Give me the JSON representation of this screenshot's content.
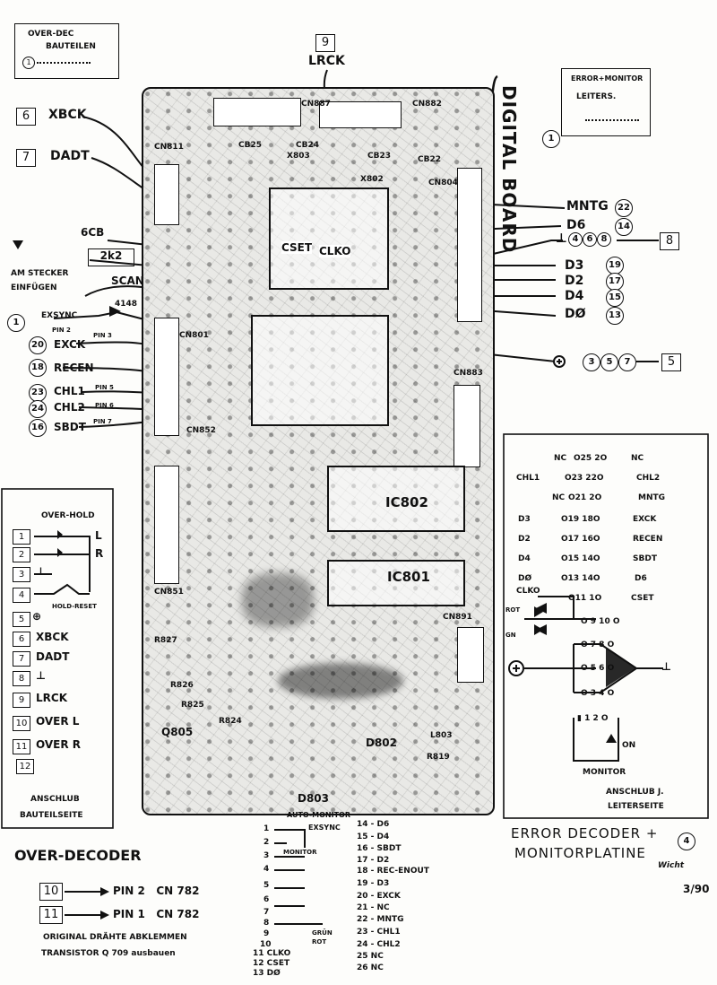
{
  "board_title": "DIGITAL BOARD",
  "top_left_box": {
    "lines": [
      "OVER-DEC",
      "BAUTEILEN",
      "1"
    ]
  },
  "top_right_box": {
    "lines": [
      "ERROR+MONITOR",
      "LEITERS."
    ],
    "num": "1"
  },
  "top_label": {
    "num": "9",
    "name": "LRCK"
  },
  "left_signals": [
    {
      "num": "6",
      "name": "XBCK"
    },
    {
      "num": "7",
      "name": "DADT"
    }
  ],
  "left_misc": {
    "r6cb": "6CB",
    "r2k2": "2k2",
    "scan": "SCAN",
    "d4148": "4148",
    "note": [
      "AM STECKER",
      "EINFÜGEN"
    ],
    "exsync_num": "1",
    "exsync": "EXSYNC",
    "exsync_pin": "PIN 2"
  },
  "left_signals2": [
    {
      "num": "20",
      "name": "EXCK",
      "pin": "PIN 3"
    },
    {
      "num": "18",
      "name": "RECEN",
      "pin": ""
    },
    {
      "num": "23",
      "name": "CHL1",
      "pin": "PIN 5"
    },
    {
      "num": "24",
      "name": "CHL2",
      "pin": "PIN 6"
    },
    {
      "num": "16",
      "name": "SBDT",
      "pin": "PIN 7"
    }
  ],
  "right_signals": [
    {
      "name": "MNTG",
      "num": "22"
    },
    {
      "name": "D6",
      "num": "14"
    },
    {
      "name": "D3",
      "num": "19"
    },
    {
      "name": "D2",
      "num": "17"
    },
    {
      "name": "D4",
      "num": "15"
    },
    {
      "name": "DØ",
      "num": "13"
    }
  ],
  "right_ground": {
    "nums": [
      "4",
      "6",
      "8"
    ],
    "box": "8"
  },
  "right_plus": {
    "nums": [
      "3",
      "5",
      "7"
    ],
    "box": "5"
  },
  "pcb_labels": [
    "CN887",
    "CN882",
    "CN811",
    "CN804",
    "X803",
    "X802",
    "CB25",
    "CB24",
    "CB23",
    "CB22",
    "CSET",
    "CLKO",
    "IC802",
    "IC801",
    "CN883",
    "CN891",
    "CN851",
    "CN852",
    "CN801",
    "Q805",
    "R825",
    "R824",
    "R826",
    "R827",
    "L803",
    "D803",
    "D802",
    "R819"
  ],
  "left_panel": {
    "title": "OVER-HOLD",
    "rows": [
      {
        "n": "1",
        "t": "L"
      },
      {
        "n": "2",
        "t": "R"
      },
      {
        "n": "3",
        "t": "⊥"
      },
      {
        "n": "4",
        "t": "HOLD-RESET"
      },
      {
        "n": "5",
        "t": "⊕"
      },
      {
        "n": "6",
        "t": "XBCK"
      },
      {
        "n": "7",
        "t": "DADT"
      },
      {
        "n": "8",
        "t": "⊥"
      },
      {
        "n": "9",
        "t": "LRCK"
      },
      {
        "n": "10",
        "t": "OVER L"
      },
      {
        "n": "11",
        "t": "OVER R"
      },
      {
        "n": "12",
        "t": ""
      }
    ],
    "footer": [
      "ANSCHLUB",
      "BAUTEILSEITE"
    ]
  },
  "right_panel": {
    "rows": [
      {
        "l": "NC",
        "p": "O25 2O",
        "r": "NC"
      },
      {
        "l": "CHL1",
        "p": "O23 22O",
        "r": "CHL2"
      },
      {
        "l": "NC",
        "p": "O21 2O",
        "r": "MNTG"
      },
      {
        "l": "D3",
        "p": "O19 18O",
        "r": "EXCK"
      },
      {
        "l": "D2",
        "p": "O17 16O",
        "r": "RECEN"
      },
      {
        "l": "D4",
        "p": "O15 14O",
        "r": "SBDT"
      },
      {
        "l": "DØ",
        "p": "O13 14O",
        "r": "D6"
      },
      {
        "l": "CLKO",
        "p": "O11 1O",
        "r": "CSET"
      }
    ],
    "rot": "ROT",
    "gn": "GN",
    "monitor": "MONITOR",
    "on": "ON",
    "footer": [
      "ANSCHLUB J.",
      "LEITERSEITE"
    ]
  },
  "bottom_left": {
    "title": "OVER-DECODER",
    "rows": [
      {
        "num": "10",
        "text": "PIN 2   CN 782"
      },
      {
        "num": "11",
        "text": "PIN 1   CN 782"
      }
    ],
    "note1": "ORIGINAL DRÄHTE ABKLEMMEN",
    "note2": "TRANSISTOR Q 709 ausbauen"
  },
  "bottom_center": {
    "title": "AUTO-MONITOR",
    "exsync": "EXSYNC",
    "monitor": "MONITOR",
    "gruen": "GRÜN",
    "rot": "ROT",
    "left_pins": [
      "1",
      "2",
      "3",
      "4",
      "5",
      "6",
      "7",
      "8",
      "9",
      "10",
      "11 CLKO",
      "12 CSET",
      "13 DØ"
    ],
    "right_pins": [
      "14 - D6",
      "15 - D4",
      "16 - SBDT",
      "17 - D2",
      "18 - REC-ENOUT",
      "19 - D3",
      "20 - EXCK",
      "21 - NC",
      "22 - MNTG",
      "23 - CHL1",
      "24 - CHL2",
      "25 NC",
      "26 NC"
    ]
  },
  "bottom_right": {
    "title1": "ERROR DECODER +",
    "title2": "MONITORPLATINE",
    "num": "4",
    "sig": "Wicht",
    "date": "3/90"
  }
}
